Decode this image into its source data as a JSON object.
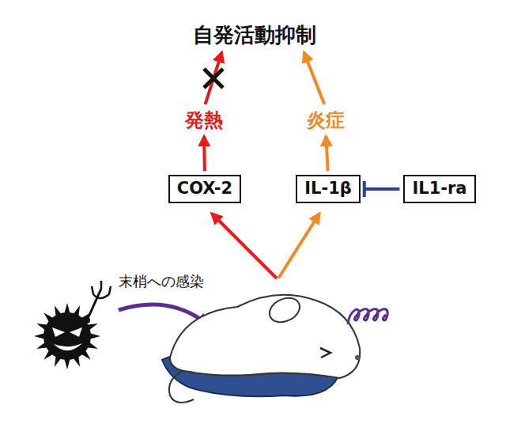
{
  "diagram": {
    "nodes": [
      {
        "text": [
          "自発活動抑制"
        ]
      },
      {
        "text": [
          "発熱"
        ]
      },
      {
        "text": [
          "炎症"
        ]
      },
      {
        "text": [
          "COX-2"
        ]
      },
      {
        "text": [
          "IL-1β"
        ]
      },
      {
        "text": [
          "IL1-ra"
        ]
      }
    ],
    "edges": [
      {
        "from": 3,
        "to": 1,
        "arrow": "to"
      },
      {
        "from": 4,
        "to": 2,
        "arrow": "to"
      },
      {
        "from": 5,
        "to": 4,
        "arrow": "to"
      },
      {
        "from": 1,
        "to": 0,
        "arrow": "to"
      },
      {
        "from": 2,
        "to": 0,
        "arrow": "to"
      }
    ],
    "labels": [
      "末梢への感染"
    ]
  }
}
